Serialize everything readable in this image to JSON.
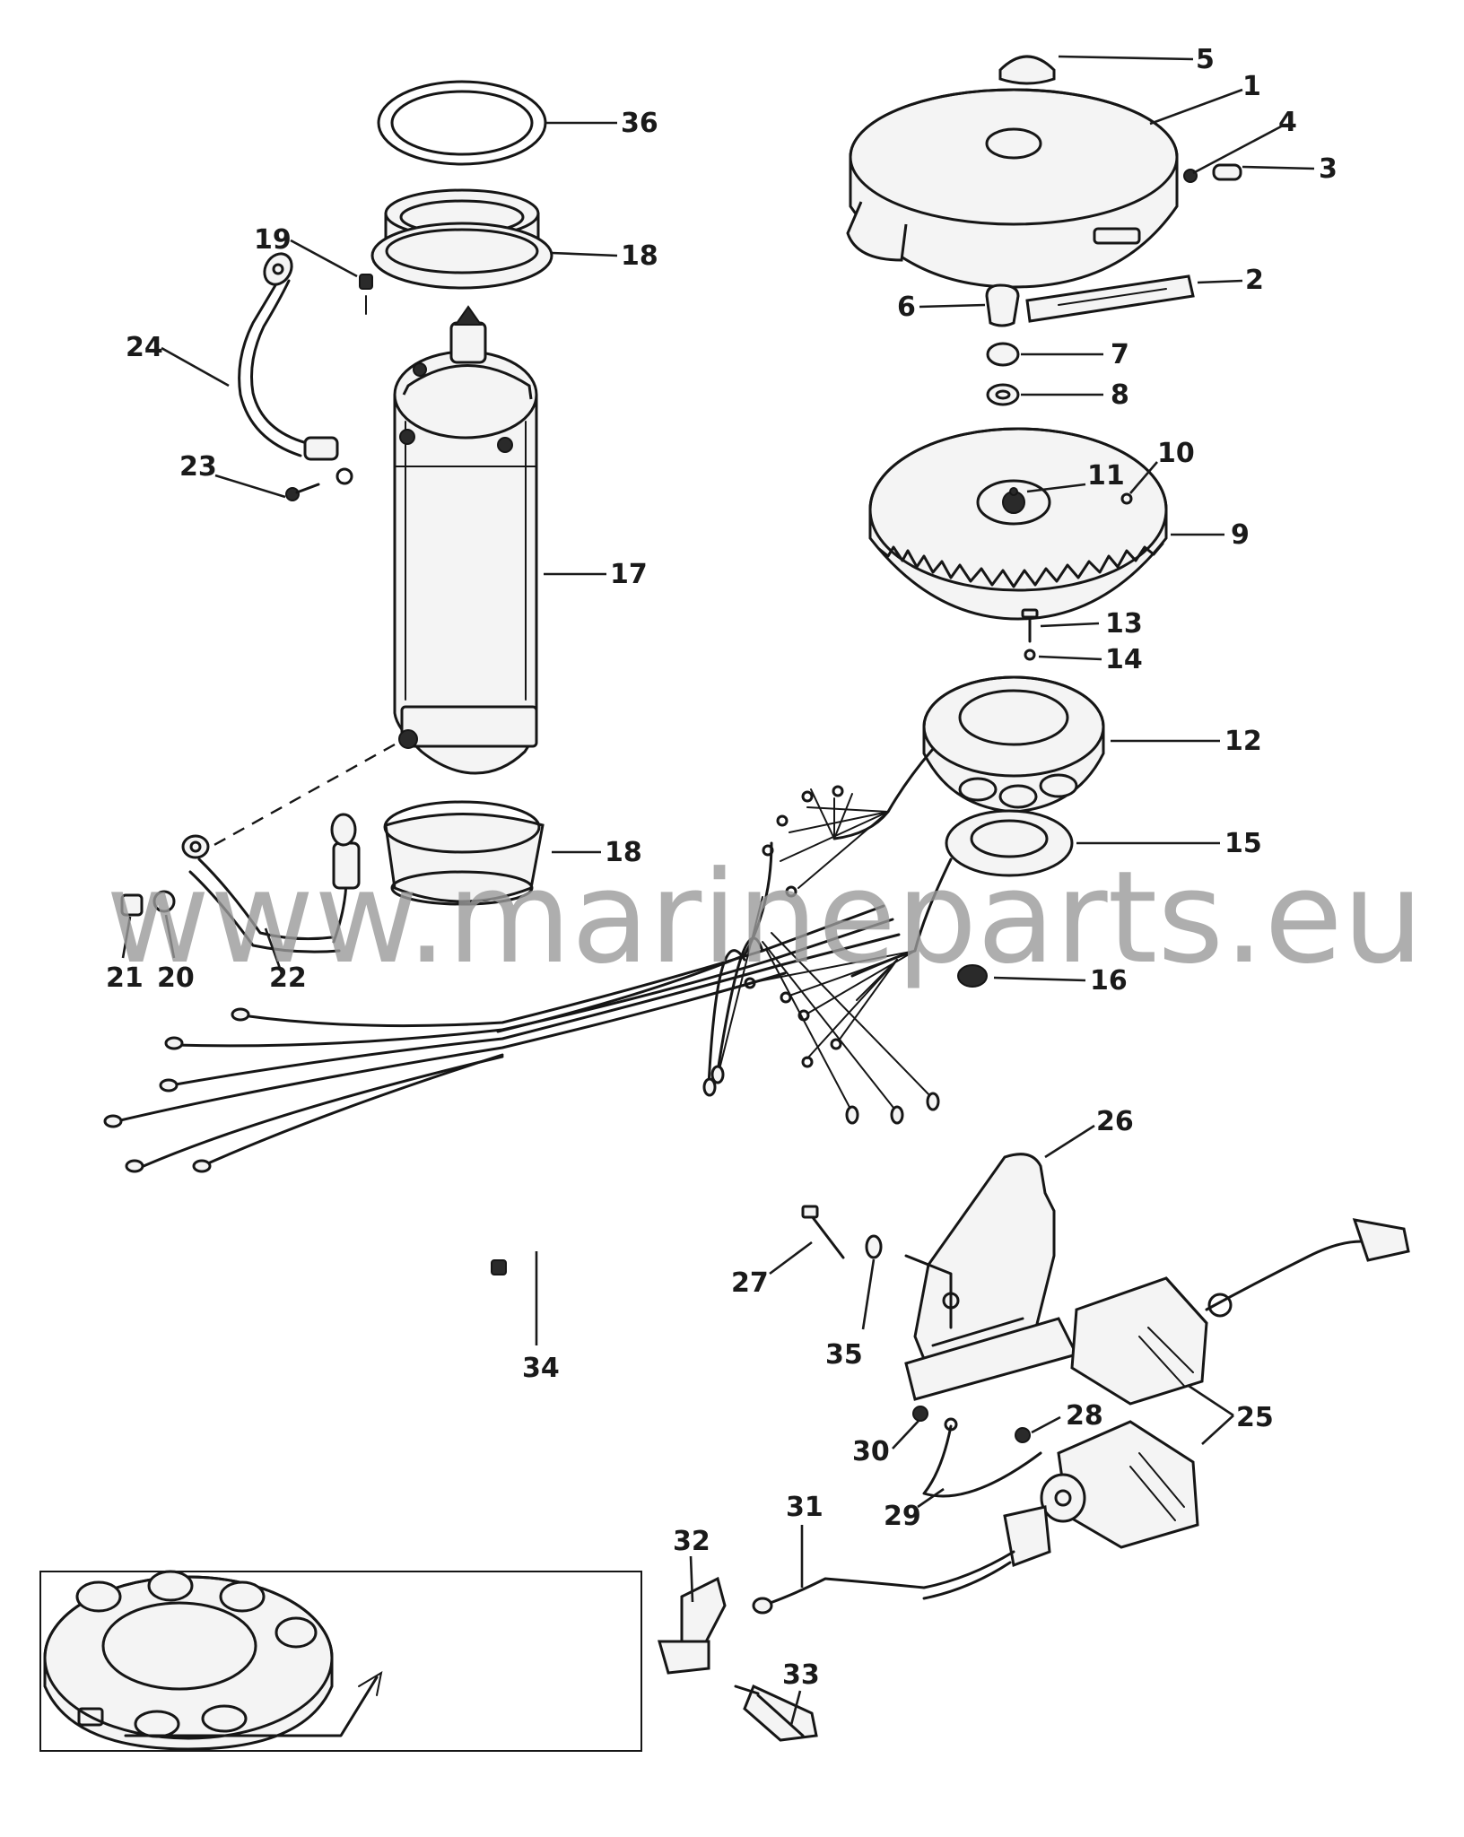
{
  "diagram": {
    "callouts": {
      "c1": "1",
      "c2": "2",
      "c3": "3",
      "c4": "4",
      "c5": "5",
      "c6": "6",
      "c7": "7",
      "c8": "8",
      "c9": "9",
      "c10": "10",
      "c11": "11",
      "c12": "12",
      "c13": "13",
      "c14": "14",
      "c15": "15",
      "c16": "16",
      "c17": "17",
      "c18a": "18",
      "c18b": "18",
      "c19": "19",
      "c20": "20",
      "c21": "21",
      "c22": "22",
      "c23": "23",
      "c24": "24",
      "c25": "25",
      "c26": "26",
      "c27": "27",
      "c28": "28",
      "c29": "29",
      "c30": "30",
      "c31": "31",
      "c32": "32",
      "c33": "33",
      "c34": "34",
      "c35": "35",
      "c36": "36"
    },
    "watermark": "www.marineparts.eu"
  }
}
